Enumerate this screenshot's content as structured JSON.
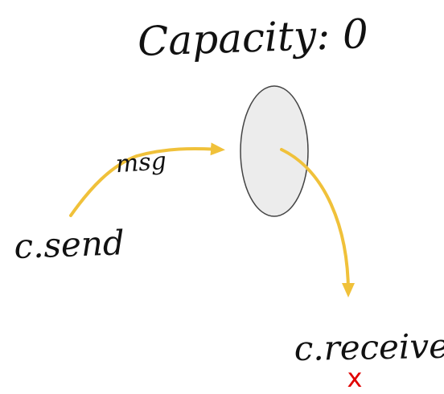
{
  "diagram": {
    "title": "Capacity: 0",
    "labels": {
      "sender": "c.send",
      "message": "msg",
      "receiver": "c.receive",
      "blocked_mark": "x"
    },
    "colors": {
      "arrow": "#f0c13a",
      "channel_fill": "#ececec",
      "channel_stroke": "#444444",
      "blocked_mark": "#e00000",
      "text": "#111111"
    },
    "icons": {
      "blocked": "cross-icon"
    }
  }
}
